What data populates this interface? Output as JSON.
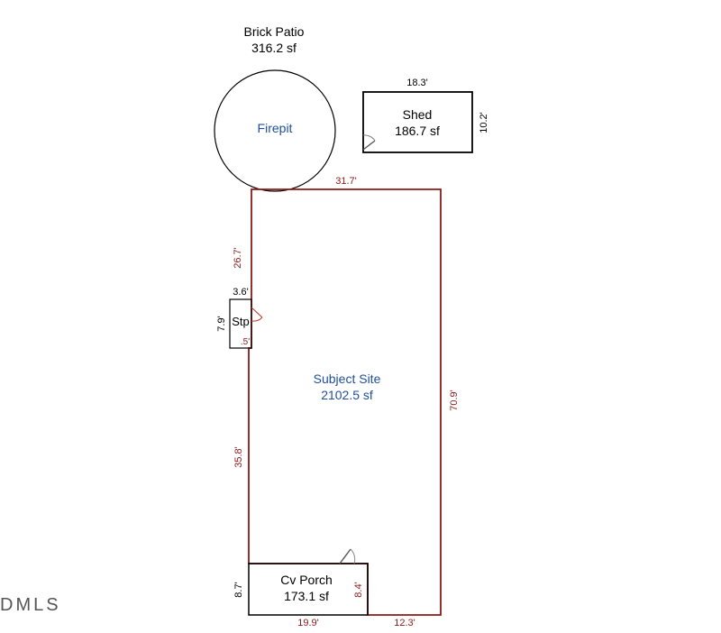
{
  "patio": {
    "name": "Brick Patio",
    "area": "316.2 sf",
    "feature": "Firepit"
  },
  "shed": {
    "name": "Shed",
    "area": "186.7 sf",
    "width": "18.3'",
    "depth": "10.2'"
  },
  "subject_site": {
    "name": "Subject Site",
    "area": "2102.5 sf",
    "dims": {
      "top": "31.7'",
      "right": "70.9'",
      "upper_left": "26.7'",
      "lower_left": "35.8'",
      "bottom_right": "12.3'"
    }
  },
  "step": {
    "name": "Stp",
    "width": "3.6'",
    "height": "7.9'",
    "offset": ".5'"
  },
  "porch": {
    "name": "Cv Porch",
    "area": "173.1 sf",
    "width": "19.9'",
    "height_outer": "8.7'",
    "height_inner": "8.4'"
  },
  "watermark": "DMLS",
  "colors": {
    "site_outline": "#8b1a1a",
    "site_label": "#1f4e9c",
    "structure_outline": "#000000",
    "door": "#c0392b"
  }
}
